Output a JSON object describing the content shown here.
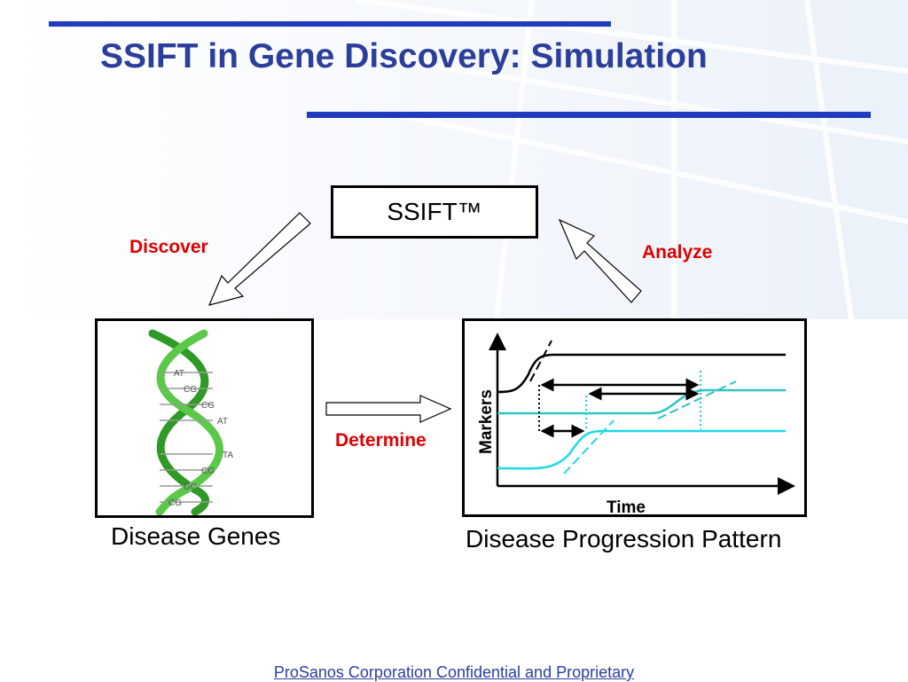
{
  "title": "SSIFT in Gene Discovery: Simulation",
  "ssift_box": {
    "label": "SSIFT™"
  },
  "labels": {
    "discover": "Discover",
    "analyze": "Analyze",
    "determine": "Determine"
  },
  "dna_panel": {
    "base_pairs": [
      "AT",
      "CG",
      "CG",
      "AT",
      "TA",
      "CG",
      "GC",
      "CG"
    ],
    "caption": "Disease Genes"
  },
  "chart_panel": {
    "ylabel": "Markers",
    "xlabel": "Time",
    "caption": "Disease Progression Pattern"
  },
  "footer": "ProSanos Corporation Confidential and Proprietary",
  "colors": {
    "title": "#2b3e9c",
    "rule": "#1f3bbf",
    "label_red": "#e00000",
    "dna_green": "#3aa82c",
    "curve_teal": "#2ec4c4",
    "curve_cyan": "#1fd8e8"
  }
}
